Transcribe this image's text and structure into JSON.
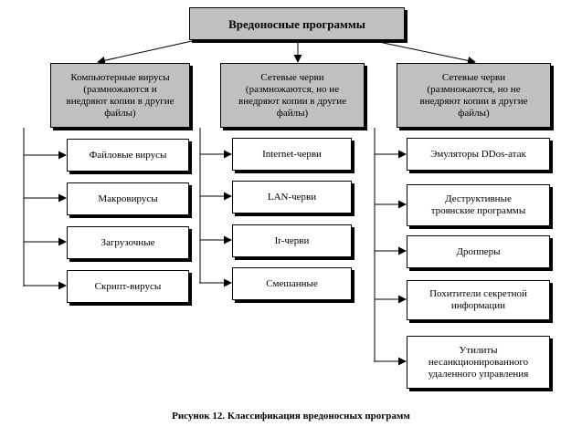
{
  "root": {
    "label": "Вредоносные программы"
  },
  "categories": [
    {
      "label": "Компьютерные вирусы (размножаются и внедряют копии в другие файлы)",
      "items": [
        "Файловые вирусы",
        "Макровирусы",
        "Загрузочные",
        "Скрипт-вирусы"
      ]
    },
    {
      "label": "Сетевые черви (размножаются, но не внедряют копии в другие файлы)",
      "items": [
        "Internet-черви",
        "LAN-черви",
        "Ir-черви",
        "Смешанные"
      ]
    },
    {
      "label": "Сетевые черви (размножаются, но не внедряют копии в другие файлы)",
      "items": [
        "Эмуляторы DDos-атак",
        "Деструктивные троянские программы",
        "Дропперы",
        "Похитители секретной информации",
        "Утилиты несанкционированного удаленного управления"
      ]
    }
  ],
  "caption": "Рисунок 12. Классификация вредоносных программ"
}
